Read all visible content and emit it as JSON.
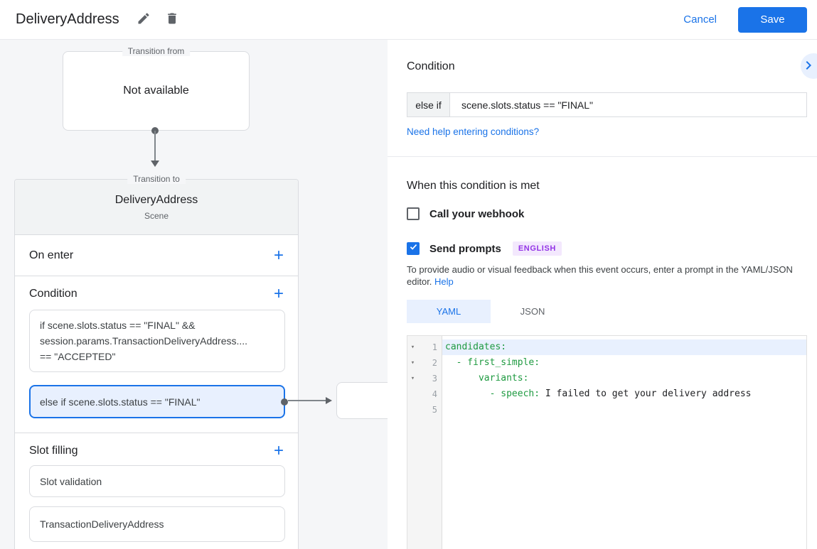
{
  "header": {
    "title": "DeliveryAddress",
    "cancel_label": "Cancel",
    "save_label": "Save"
  },
  "canvas": {
    "transition_from": {
      "label": "Transition from",
      "content": "Not available"
    },
    "transition_to": {
      "label": "Transition to",
      "scene_name": "DeliveryAddress",
      "scene_type": "Scene"
    },
    "on_enter": {
      "title": "On enter",
      "add_label": "+"
    },
    "condition": {
      "title": "Condition",
      "add_label": "+",
      "items": [
        {
          "text": "if scene.slots.status == \"FINAL\" &&\nsession.params.TransactionDeliveryAddress....\n== \"ACCEPTED\""
        },
        {
          "text": "else if scene.slots.status == \"FINAL\""
        }
      ]
    },
    "slot_filling": {
      "title": "Slot filling",
      "add_label": "+",
      "items": [
        {
          "text": "Slot validation"
        },
        {
          "text": "TransactionDeliveryAddress"
        }
      ]
    }
  },
  "panel": {
    "title": "Condition",
    "condition_input": {
      "prefix": "else if",
      "value": "scene.slots.status == \"FINAL\""
    },
    "help_link": "Need help entering conditions?",
    "when_met_title": "When this condition is met",
    "webhook_checkbox": {
      "label": "Call your webhook",
      "checked": false
    },
    "prompts_checkbox": {
      "label": "Send prompts",
      "checked": true,
      "badge": "ENGLISH"
    },
    "description": "To provide audio or visual feedback when this event occurs, enter a prompt in the YAML/JSON\neditor.",
    "description_link": "Help",
    "tabs": [
      {
        "label": "YAML",
        "active": true
      },
      {
        "label": "JSON",
        "active": false
      }
    ],
    "editor": {
      "lines": [
        {
          "number": 1,
          "foldable": true,
          "active": true,
          "segments": [
            {
              "text": "candidates:",
              "type": "key"
            }
          ]
        },
        {
          "number": 2,
          "foldable": true,
          "active": false,
          "segments": [
            {
              "text": "  - first_simple:",
              "type": "key"
            }
          ]
        },
        {
          "number": 3,
          "foldable": true,
          "active": false,
          "segments": [
            {
              "text": "      variants:",
              "type": "key"
            }
          ]
        },
        {
          "number": 4,
          "foldable": false,
          "active": false,
          "segments": [
            {
              "text": "        - speech:",
              "type": "key"
            },
            {
              "text": " I failed to get your delivery address",
              "type": "text"
            }
          ]
        },
        {
          "number": 5,
          "foldable": false,
          "active": false,
          "segments": []
        }
      ]
    }
  },
  "colors": {
    "accent": "#1a73e8",
    "selected_bg": "#e8f0fe",
    "code_key_green": "#1e9a40",
    "badge_bg": "#f3e8fd",
    "badge_text": "#9334e6",
    "canvas_bg": "#f5f6f8"
  }
}
